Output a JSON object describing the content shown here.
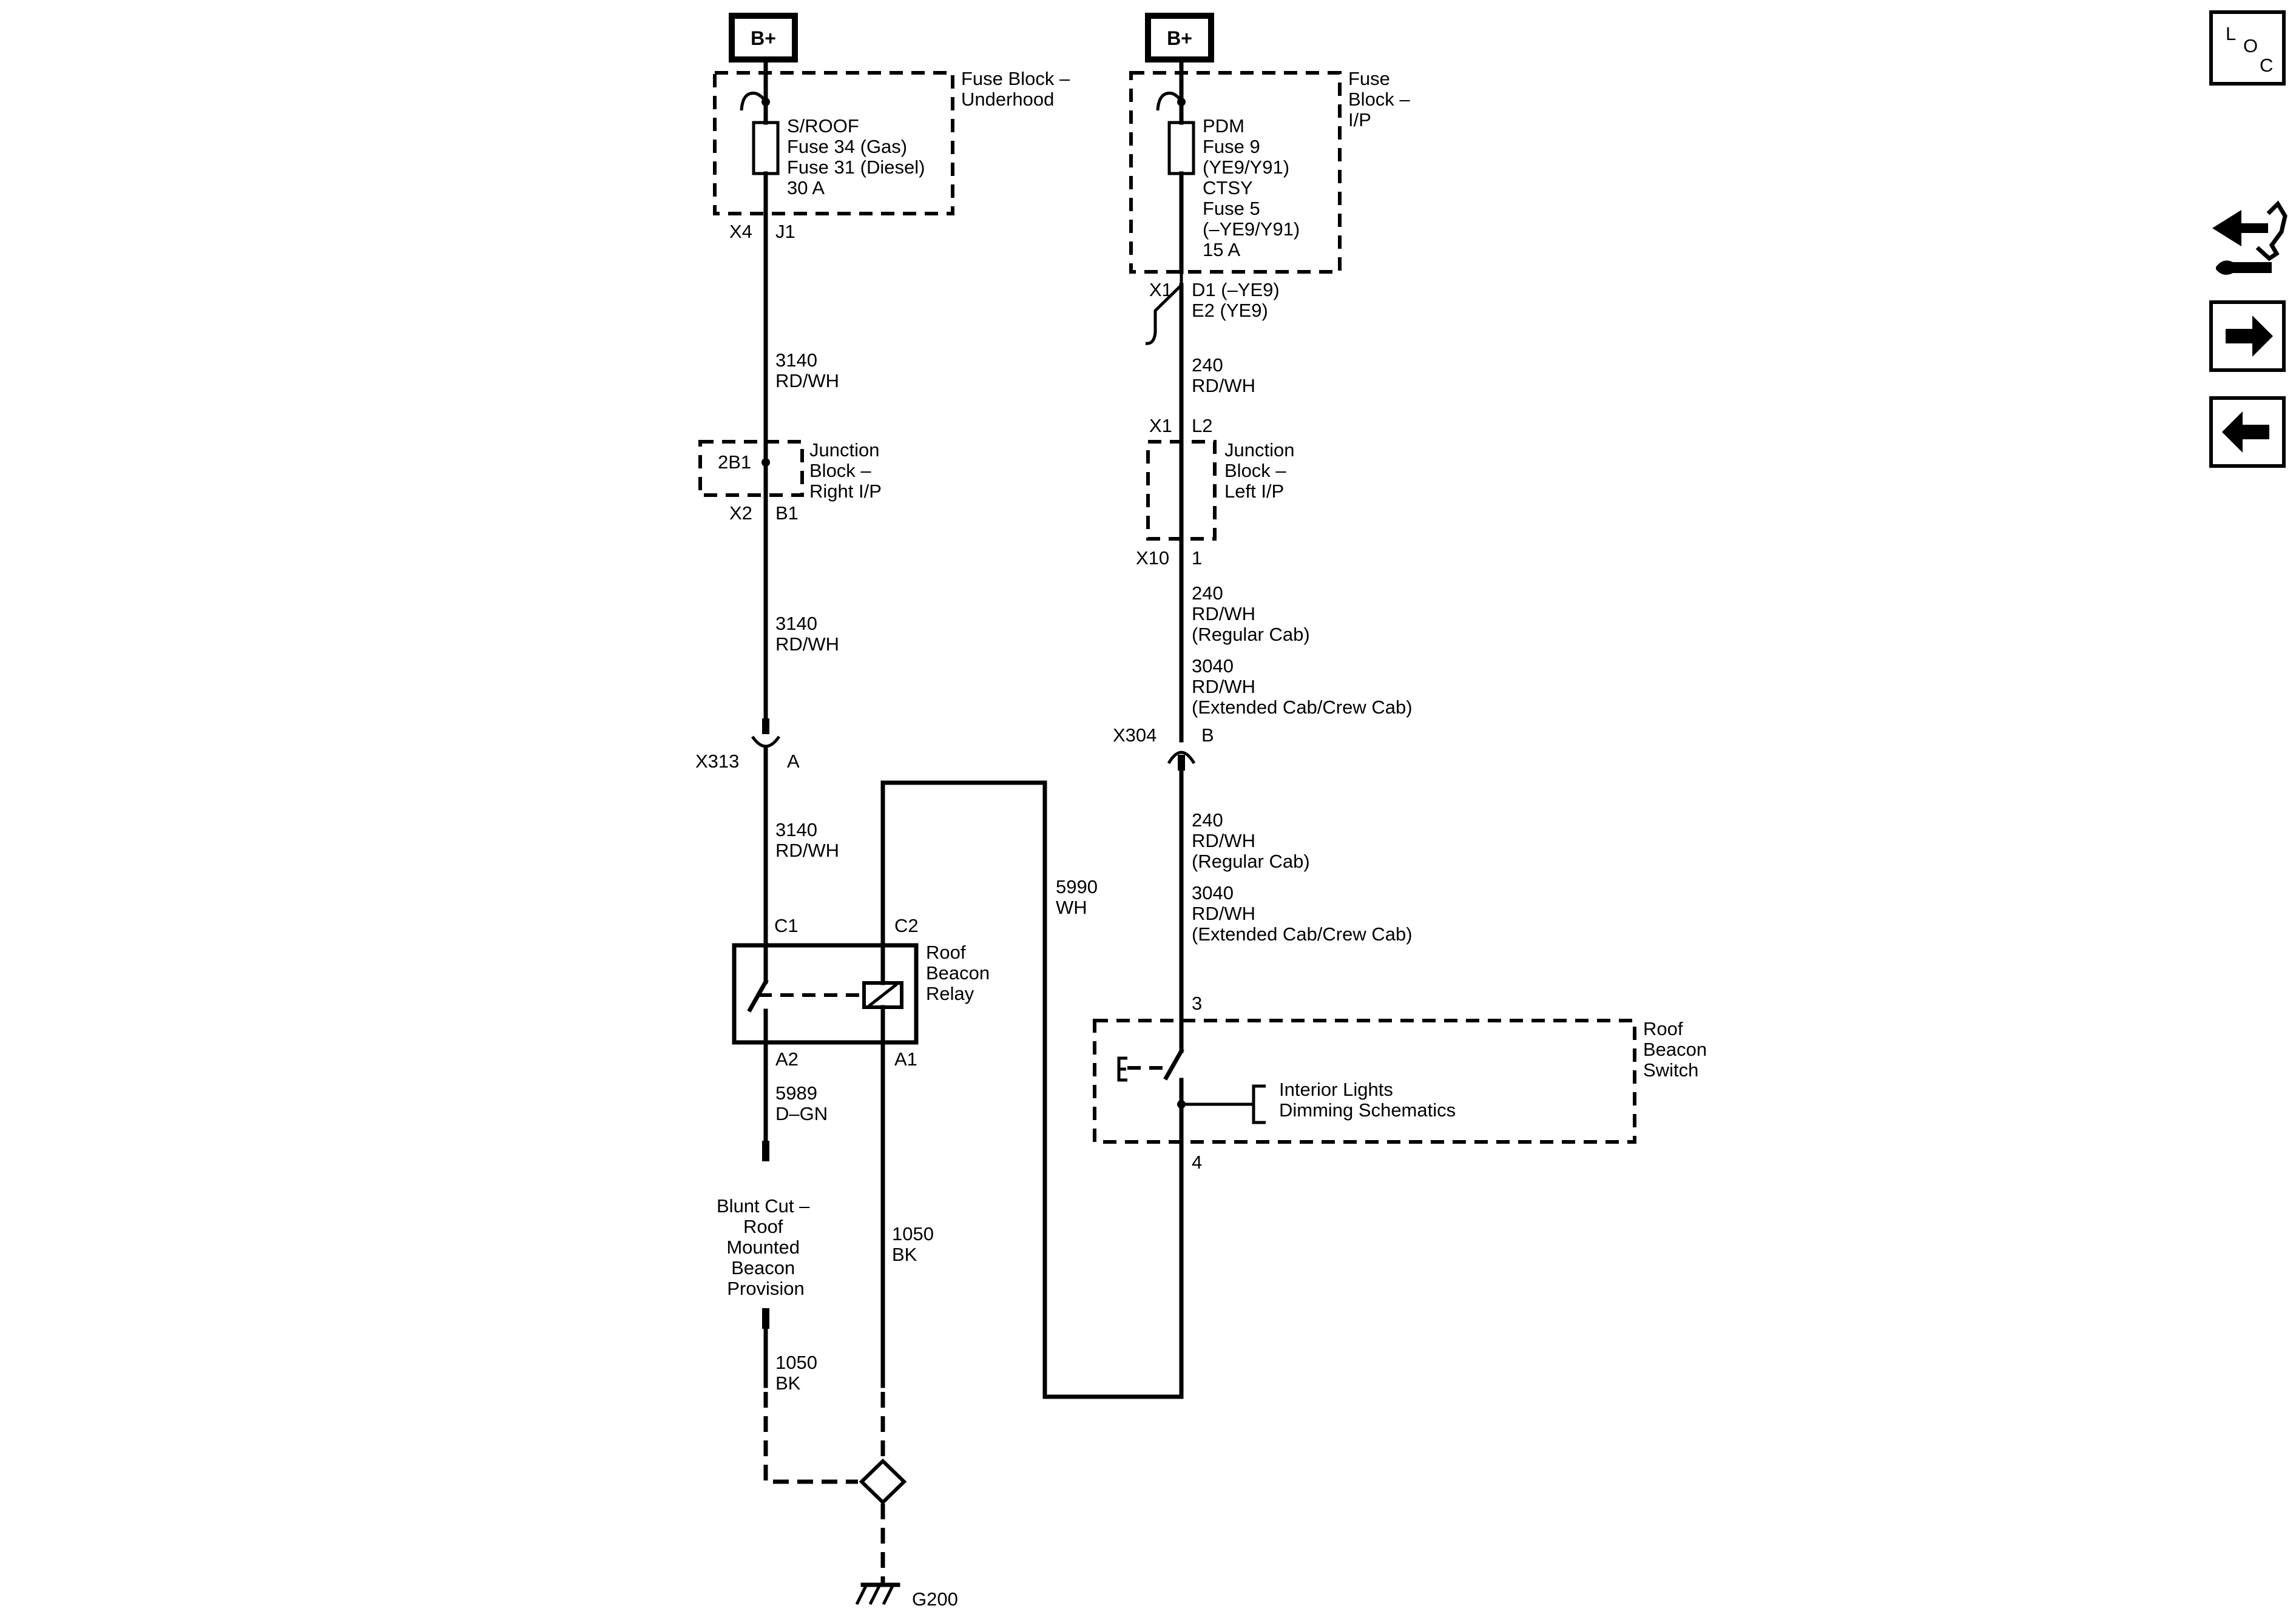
{
  "left_circuit": {
    "bplus": "B+",
    "fuse_block_name": [
      "Fuse Block –",
      "Underhood"
    ],
    "fuse_text": [
      "S/ROOF",
      "Fuse 34 (Gas)",
      "Fuse 31 (Diesel)",
      "30 A"
    ],
    "conn_x4": "X4",
    "pin_j1": "J1",
    "wire_3140_a": [
      "3140",
      "RD/WH"
    ],
    "jb_inner": "2B1",
    "jb_name": [
      "Junction",
      "Block –",
      "Right I/P"
    ],
    "conn_x2": "X2",
    "pin_b1": "B1",
    "wire_3140_b": [
      "3140",
      "RD/WH"
    ],
    "conn_x313": "X313",
    "pin_a": "A",
    "wire_3140_c": [
      "3140",
      "RD/WH"
    ],
    "pin_c1": "C1",
    "pin_c2": "C2",
    "relay_name": [
      "Roof",
      "Beacon",
      "Relay"
    ],
    "pin_a2": "A2",
    "pin_a1": "A1",
    "wire_5989": [
      "5989",
      "D–GN"
    ],
    "blunt_cut": [
      "Blunt Cut –",
      "Roof",
      "Mounted",
      "Beacon",
      "Provision"
    ],
    "wire_1050_relay": [
      "1050",
      "BK"
    ],
    "wire_1050_blunt": [
      "1050",
      "BK"
    ],
    "ground": "G200",
    "wire_5990": [
      "5990",
      "WH"
    ]
  },
  "right_circuit": {
    "bplus": "B+",
    "fuse_block_name": [
      "Fuse",
      "Block –",
      "I/P"
    ],
    "fuse_text": [
      "PDM",
      "Fuse 9",
      "(YE9/Y91)",
      "CTSY",
      "Fuse 5",
      "(–YE9/Y91)",
      "15 A"
    ],
    "conn_x1_top": "X1",
    "pins_d1_e2": [
      "D1 (–YE9)",
      "E2 (YE9)"
    ],
    "wire_240_a": [
      "240",
      "RD/WH"
    ],
    "conn_x1_jb": "X1",
    "pin_l2": "L2",
    "jb_name": [
      "Junction",
      "Block –",
      "Left I/P"
    ],
    "conn_x10": "X10",
    "pin_1": "1",
    "wire_upper": [
      "240",
      "RD/WH",
      "(Regular Cab)",
      "3040",
      "RD/WH",
      "(Extended Cab/Crew Cab)"
    ],
    "conn_x304": "X304",
    "pin_b": "B",
    "wire_lower": [
      "240",
      "RD/WH",
      "(Regular Cab)",
      "3040",
      "RD/WH",
      "(Extended Cab/Crew Cab)"
    ],
    "pin_3": "3",
    "switch_name": [
      "Roof",
      "Beacon",
      "Switch"
    ],
    "dimming_ref": [
      "Interior Lights",
      "Dimming Schematics"
    ],
    "pin_4": "4"
  },
  "nav": {
    "loc_icon": [
      "L",
      "O",
      "C"
    ]
  },
  "icons": [
    "loc-icon",
    "component-connector-icon",
    "arrow-right-icon",
    "arrow-left-icon",
    "ground-icon",
    "splice-diamond-icon"
  ]
}
